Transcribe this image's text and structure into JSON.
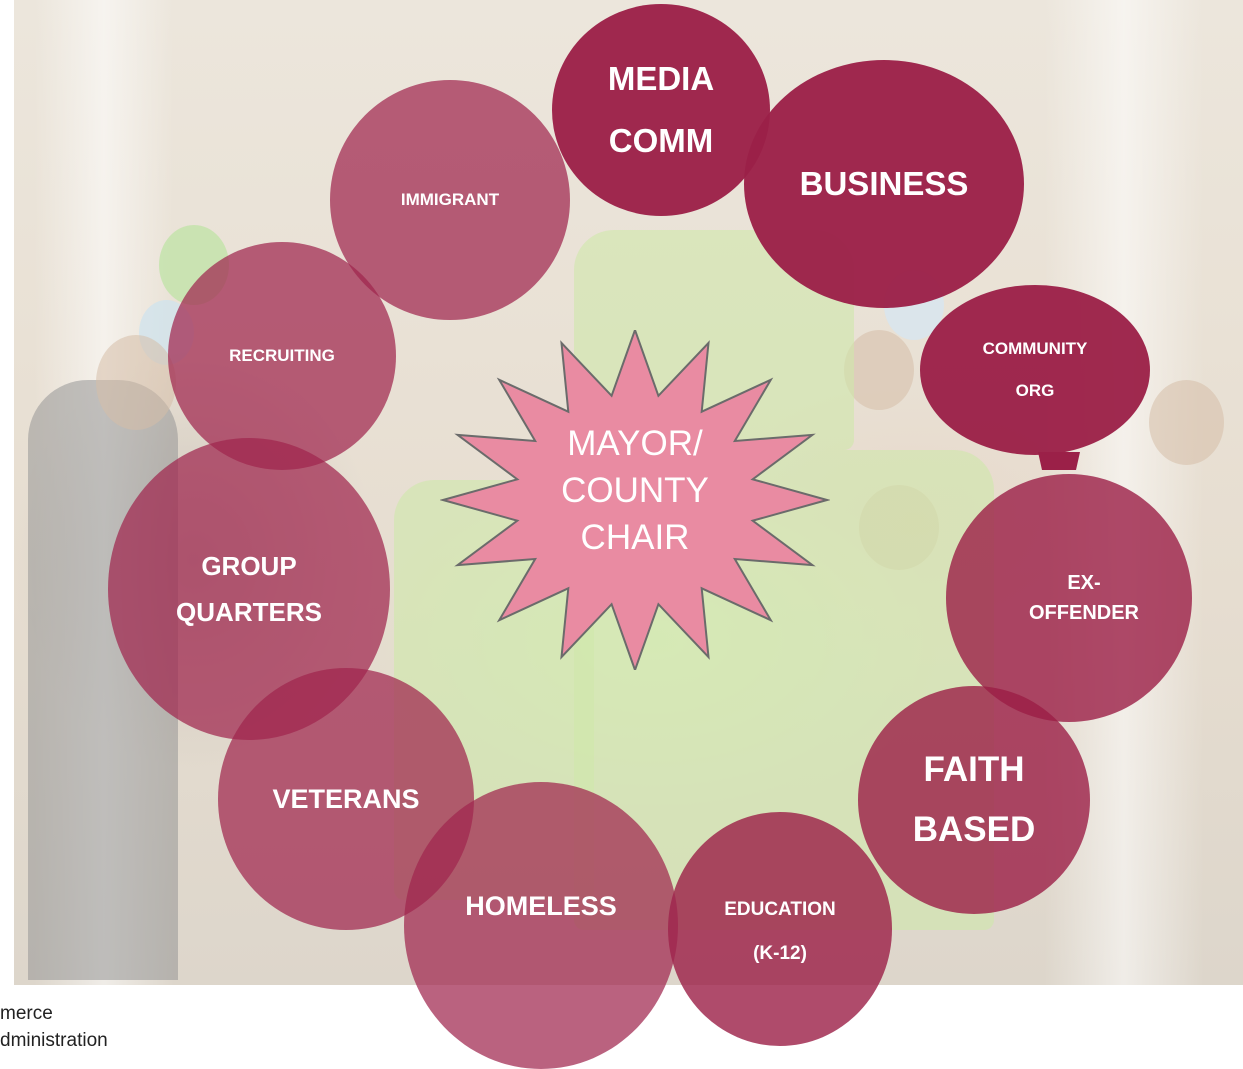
{
  "center": {
    "lines": [
      "MAYOR/",
      "COUNTY",
      "CHAIR"
    ],
    "fill": "#e98ba2",
    "stroke": "#6b6b6b"
  },
  "colors": {
    "node_dark": "#9b2048",
    "node_light": "#a0264e",
    "text": "#ffffff"
  },
  "nodes": {
    "media": [
      "MEDIA",
      "COMM"
    ],
    "business": [
      "BUSINESS"
    ],
    "community": [
      "COMMUNITY",
      "ORG"
    ],
    "exoffender": [
      "EX-",
      "OFFENDER"
    ],
    "faith": [
      "FAITH",
      "BASED"
    ],
    "education": [
      "EDUCATION",
      "(K-12)"
    ],
    "homeless": [
      "HOMELESS"
    ],
    "veterans": [
      "VETERANS"
    ],
    "group": [
      "GROUP",
      "QUARTERS"
    ],
    "recruiting": [
      "RECRUITING"
    ],
    "immigrant": [
      "IMMIGRANT"
    ]
  },
  "footer": {
    "line1": "merce",
    "line2": "dministration"
  }
}
